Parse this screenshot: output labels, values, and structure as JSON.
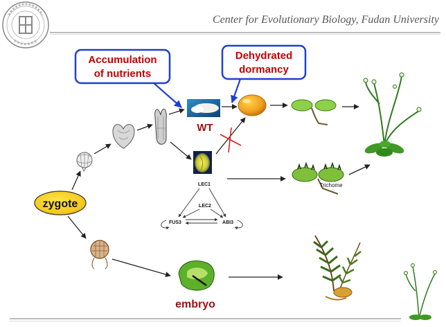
{
  "header": {
    "institution": "Center for Evolutionary Biology, Fudan University"
  },
  "callouts": {
    "nutrients": [
      "Accumulation",
      "of nutrients"
    ],
    "dormancy": [
      "Dehydrated",
      "dormancy"
    ]
  },
  "labels": {
    "wt": "WT",
    "zygote": "zygote",
    "embryo": "embryo",
    "trichome": "Trichome"
  },
  "network": {
    "lec1": "LEC1",
    "lec2": "LEC2",
    "fus3": "FUS3",
    "abi3": "ABI3"
  },
  "colors": {
    "callout_border": "#1f3fd0",
    "callout_text": "#c00000",
    "label_red": "#9b1010",
    "zygote_fill": "#f7d21c",
    "arrow": "#222222",
    "blocked": "#e02020"
  }
}
